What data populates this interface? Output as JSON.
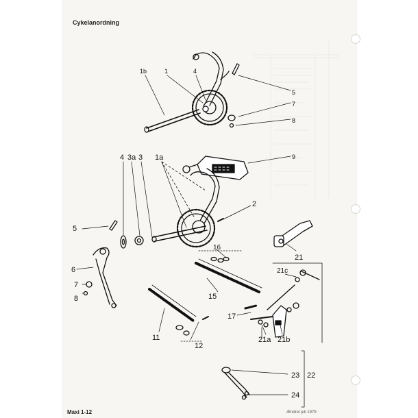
{
  "page": {
    "title": "Cykelanordning",
    "footer_left": "Maxi 1-12",
    "footer_right": "Ændret juli 1979"
  },
  "callouts": {
    "c1b": "1b",
    "c1": "1",
    "c4top": "4",
    "c5top": "5",
    "c7top": "7",
    "c8top": "8",
    "c9": "9",
    "c4": "4",
    "c3a": "3a",
    "c3": "3",
    "c1a": "1a",
    "c2": "2",
    "c5": "5",
    "c6": "6",
    "c7": "7",
    "c8": "8",
    "c16": "16",
    "c21": "21",
    "c21c": "21c",
    "c15": "15",
    "c17": "17",
    "c11": "11",
    "c12": "12",
    "c21a": "21a",
    "c21b": "21b",
    "c23": "23",
    "c22": "22",
    "c24": "24"
  }
}
